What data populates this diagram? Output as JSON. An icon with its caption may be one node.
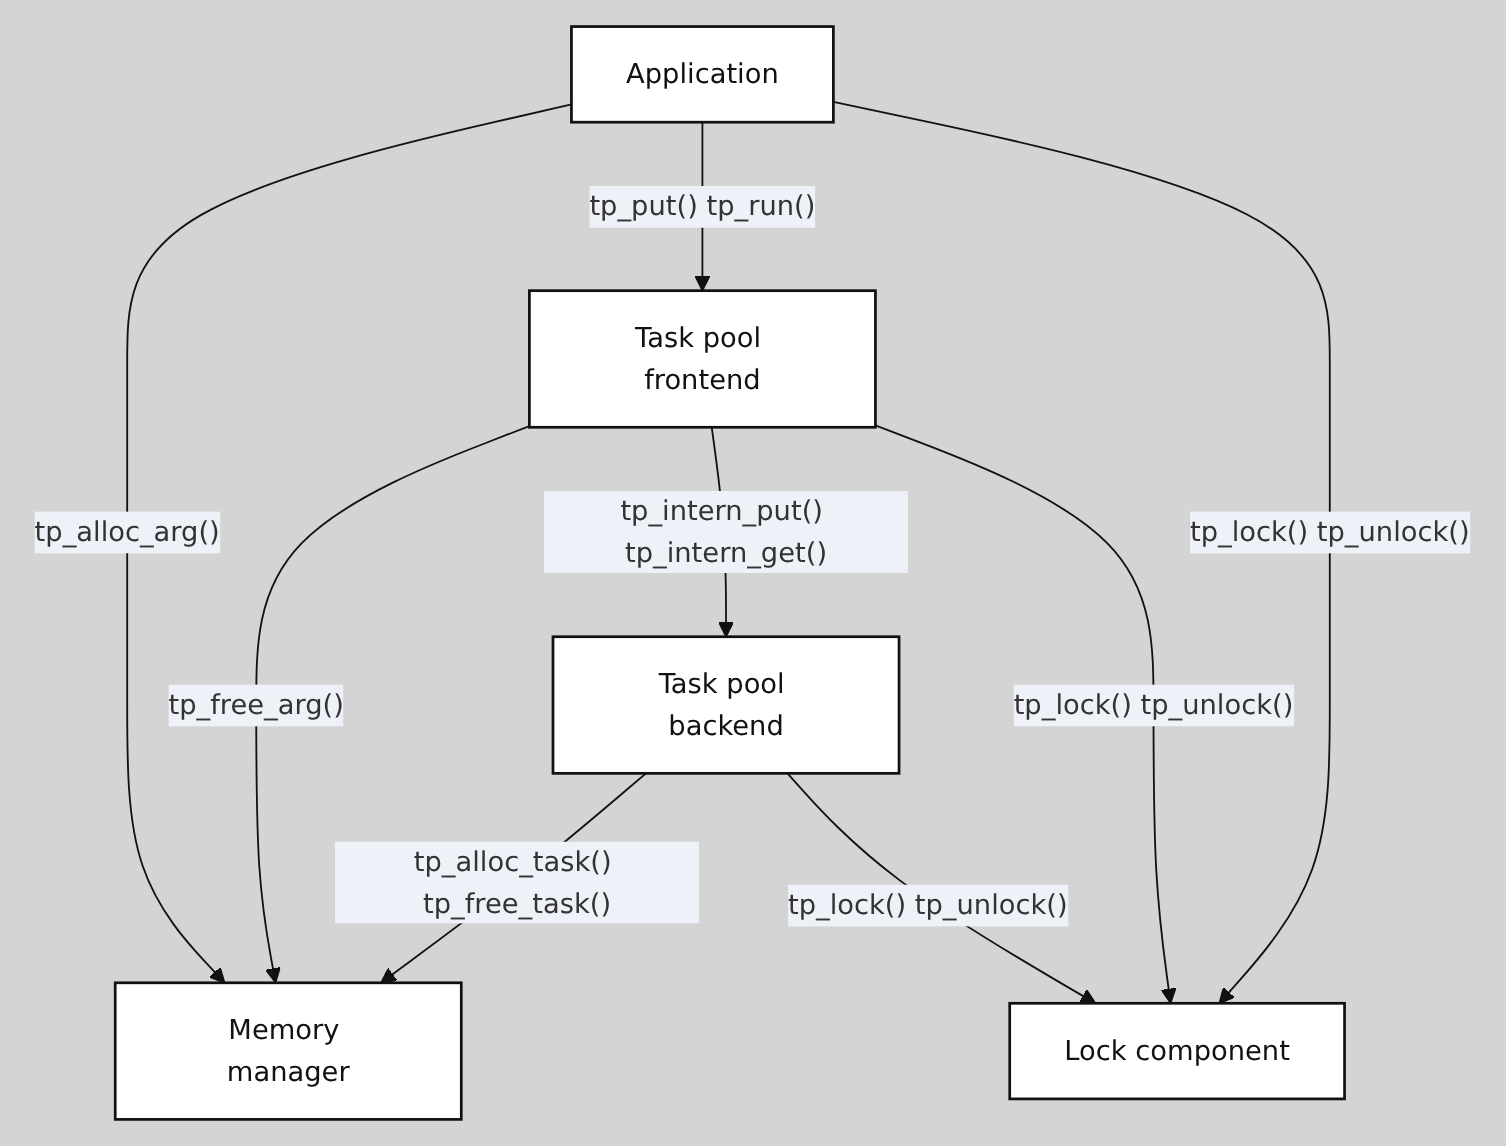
{
  "diagram": {
    "nodes": [
      {
        "text": [
          "Application"
        ]
      },
      {
        "text": [
          "Task pool frontend"
        ]
      },
      {
        "text": [
          "Task pool backend"
        ]
      },
      {
        "text": [
          "Memory manager"
        ]
      },
      {
        "text": [
          "Lock component"
        ]
      }
    ],
    "edges": [
      {
        "from": 0,
        "to": 3,
        "arrow": "to",
        "label": "tp_alloc_arg()"
      },
      {
        "from": 0,
        "to": 1,
        "arrow": "to",
        "label": "tp_put() tp_run()"
      },
      {
        "from": 0,
        "to": 4,
        "arrow": "to",
        "label": "tp_lock() tp_unlock()"
      },
      {
        "from": 1,
        "to": 3,
        "arrow": "to",
        "label": "tp_free_arg()"
      },
      {
        "from": 1,
        "to": 2,
        "arrow": "to",
        "label": "tp_intern_put() tp_intern_get()"
      },
      {
        "from": 1,
        "to": 4,
        "arrow": "to",
        "label": "tp_lock() tp_unlock()"
      },
      {
        "from": 2,
        "to": 3,
        "arrow": "to",
        "label": "tp_alloc_task() tp_free_task()"
      },
      {
        "from": 2,
        "to": 4,
        "arrow": "to",
        "label": "tp_lock() tp_unlock()"
      }
    ]
  }
}
